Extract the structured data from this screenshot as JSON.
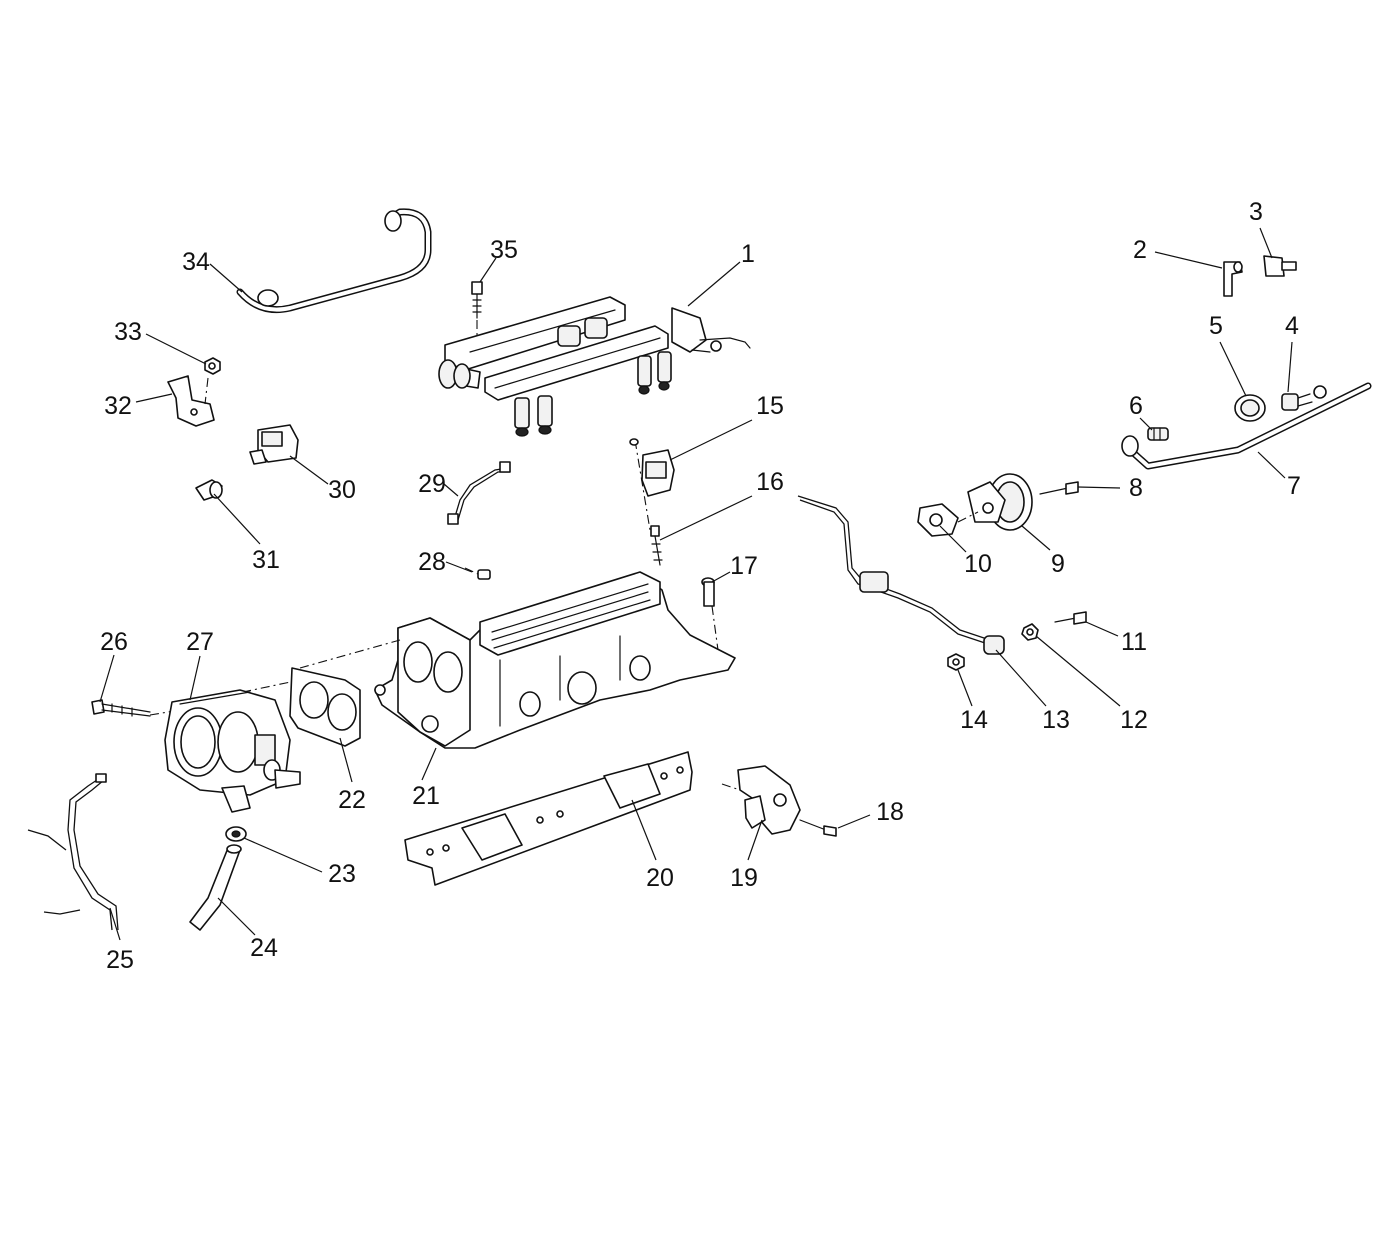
{
  "callouts": [
    {
      "id": "1",
      "label": "1"
    },
    {
      "id": "2",
      "label": "2"
    },
    {
      "id": "3",
      "label": "3"
    },
    {
      "id": "4",
      "label": "4"
    },
    {
      "id": "5",
      "label": "5"
    },
    {
      "id": "6",
      "label": "6"
    },
    {
      "id": "7",
      "label": "7"
    },
    {
      "id": "8",
      "label": "8"
    },
    {
      "id": "9",
      "label": "9"
    },
    {
      "id": "10",
      "label": "10"
    },
    {
      "id": "11",
      "label": "11"
    },
    {
      "id": "12",
      "label": "12"
    },
    {
      "id": "13",
      "label": "13"
    },
    {
      "id": "14",
      "label": "14"
    },
    {
      "id": "15",
      "label": "15"
    },
    {
      "id": "16",
      "label": "16"
    },
    {
      "id": "17",
      "label": "17"
    },
    {
      "id": "18",
      "label": "18"
    },
    {
      "id": "19",
      "label": "19"
    },
    {
      "id": "20",
      "label": "20"
    },
    {
      "id": "21",
      "label": "21"
    },
    {
      "id": "22",
      "label": "22"
    },
    {
      "id": "23",
      "label": "23"
    },
    {
      "id": "24",
      "label": "24"
    },
    {
      "id": "25",
      "label": "25"
    },
    {
      "id": "26",
      "label": "26"
    },
    {
      "id": "27",
      "label": "27"
    },
    {
      "id": "28",
      "label": "28"
    },
    {
      "id": "29",
      "label": "29"
    },
    {
      "id": "30",
      "label": "30"
    },
    {
      "id": "31",
      "label": "31"
    },
    {
      "id": "32",
      "label": "32"
    },
    {
      "id": "33",
      "label": "33"
    },
    {
      "id": "34",
      "label": "34"
    },
    {
      "id": "35",
      "label": "35"
    }
  ]
}
